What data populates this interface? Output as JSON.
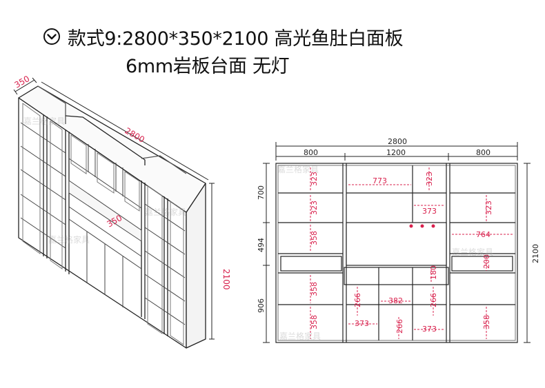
{
  "header": {
    "title_line1": "款式9:2800*350*2100 高光鱼肚白面板",
    "title_line2": "6mm岩板台面 无灯"
  },
  "watermark": "嘉兰格家具",
  "iso_view": {
    "depth": "350",
    "width": "2800",
    "height": "2100",
    "cabinet_depth": "350"
  },
  "front_view": {
    "total_width": "2800",
    "sections": [
      "800",
      "1200",
      "800"
    ],
    "total_height": "2100",
    "left_heights": [
      "700",
      "494",
      "906"
    ],
    "dims": {
      "l_row1": "323",
      "l_row2": "323",
      "l_row3": "358",
      "l_row5": "358",
      "l_row6": "358",
      "c_shelf_w": "773",
      "c_shelf_h": "323",
      "c_cell_w": "373",
      "r_row1": "323",
      "r_row3_w": "764",
      "r_row4": "200",
      "r_row6": "358",
      "drawer_h": "180",
      "lo_h1": "266",
      "lo_w1": "382",
      "lo_h2": "266",
      "lo_w2": "373",
      "lo_h3": "266",
      "lo_w3": "373"
    }
  },
  "colors": {
    "dim_red": "#d8204c",
    "line": "#222222",
    "frame_gray": "#777777"
  },
  "icons": {
    "header": "circle-check-icon"
  }
}
